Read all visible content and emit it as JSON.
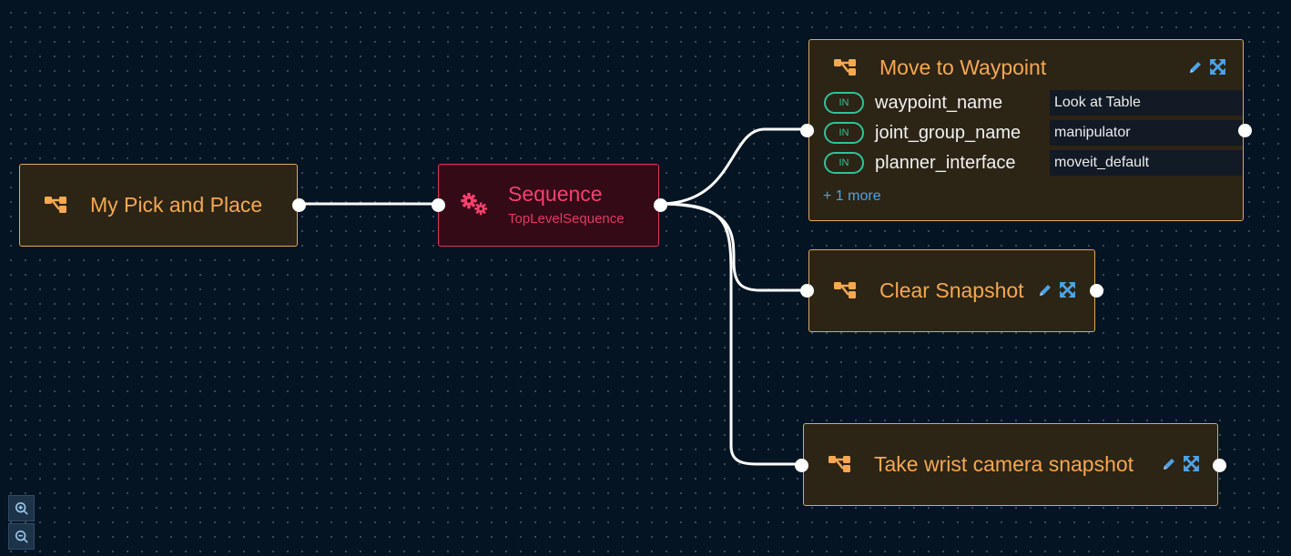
{
  "nodes": {
    "root": {
      "title": "My Pick and Place",
      "icon": "behavior-tree-icon"
    },
    "sequence": {
      "title": "Sequence",
      "subtitle": "TopLevelSequence",
      "icon": "gears-icon"
    },
    "move_to_waypoint": {
      "title": "Move to Waypoint",
      "icon": "behavior-tree-icon",
      "ports": [
        {
          "direction": "IN",
          "name": "waypoint_name",
          "value": "Look at Table"
        },
        {
          "direction": "IN",
          "name": "joint_group_name",
          "value": "manipulator"
        },
        {
          "direction": "IN",
          "name": "planner_interface",
          "value": "moveit_default"
        }
      ],
      "more_label": "+ 1 more"
    },
    "clear_snapshot": {
      "title": "Clear Snapshot",
      "icon": "behavior-tree-icon"
    },
    "take_snapshot": {
      "title": "Take wrist camera snapshot",
      "icon": "behavior-tree-icon"
    }
  },
  "toolbar": {
    "edit_icon": "pencil-icon",
    "expand_icon": "expand-icon"
  },
  "zoom_controls": {
    "zoom_in_icon": "zoom-in-icon",
    "zoom_out_icon": "zoom-out-icon"
  },
  "colors": {
    "background": "#041422",
    "subtree_fill": "#2c2415",
    "subtree_border": "#e0a85a",
    "subtree_title": "#f5a852",
    "sequence_fill": "#330a16",
    "sequence_accent": "#f5416d",
    "port_badge": "#2fc39b",
    "link_blue": "#4da3e6",
    "edge": "#ffffff"
  }
}
